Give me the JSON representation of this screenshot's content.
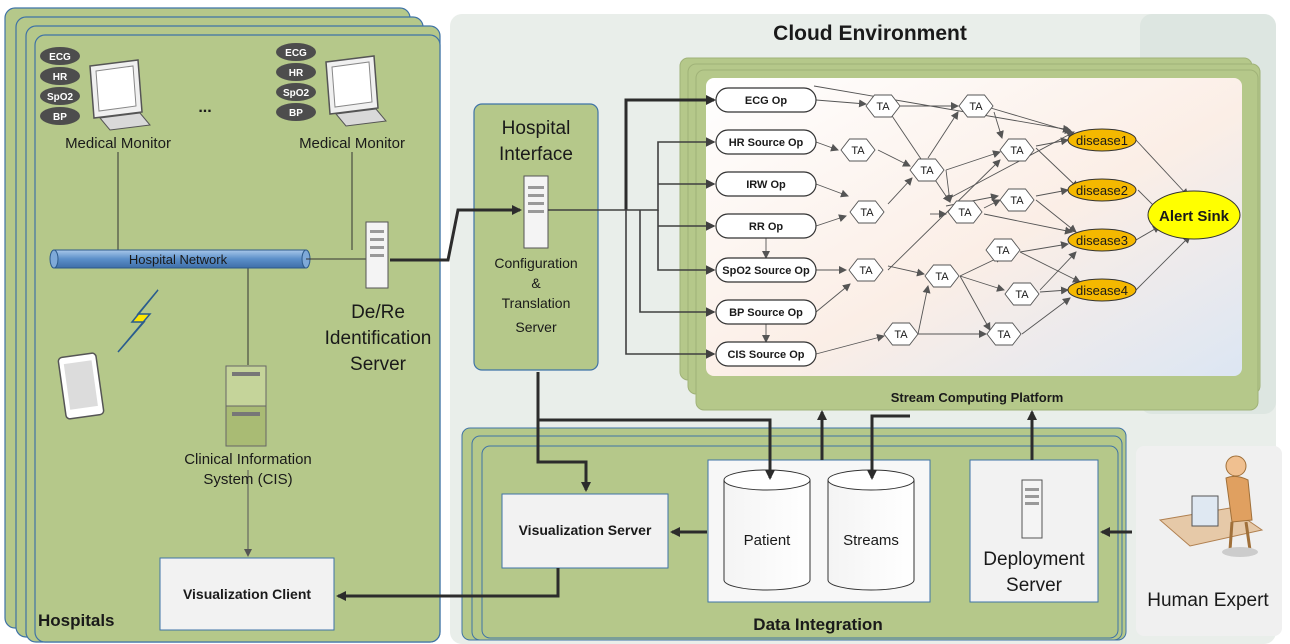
{
  "hospitals": {
    "label": "Hospitals",
    "monitor_left_label": "Medical Monitor",
    "monitor_right_label": "Medical Monitor",
    "ellipsis": "...",
    "vitals": [
      "ECG",
      "HR",
      "SpO2",
      "BP"
    ],
    "network_label": "Hospital Network",
    "deid_line1": "De/Re",
    "deid_line2": "Identification",
    "deid_line3": "Server",
    "cis_line1": "Clinical Information",
    "cis_line2": "System (CIS)",
    "vis_client": "Visualization Client"
  },
  "cloud": {
    "title": "Cloud Environment",
    "hospital_interface_line1": "Hospital",
    "hospital_interface_line2": "Interface",
    "config_line1": "Configuration",
    "config_line2": "&",
    "config_line3": "Translation",
    "config_line4": "Server",
    "stream_platform": "Stream Computing Platform",
    "operators": [
      "ECG Op",
      "HR Source Op",
      "IRW Op",
      "RR Op",
      "SpO2 Source Op",
      "BP Source Op",
      "CIS Source Op"
    ],
    "ta_label": "TA",
    "diseases": [
      "disease1",
      "disease2",
      "disease3",
      "disease4"
    ],
    "alert_sink": "Alert Sink",
    "data_integration": "Data Integration",
    "vis_server": "Visualization Server",
    "patient_db": "Patient",
    "streams_db": "Streams",
    "deploy_line1": "Deployment",
    "deploy_line2": "Server"
  },
  "human_expert": "Human Expert",
  "colors": {
    "panel_green": "#b5c88a",
    "panel_border": "#3f73a6",
    "cloud_bg": "#e9eeea",
    "disease_fill": "#f5b800",
    "alert_fill": "#ffff00",
    "network_pipe": "#6f9fd3"
  }
}
